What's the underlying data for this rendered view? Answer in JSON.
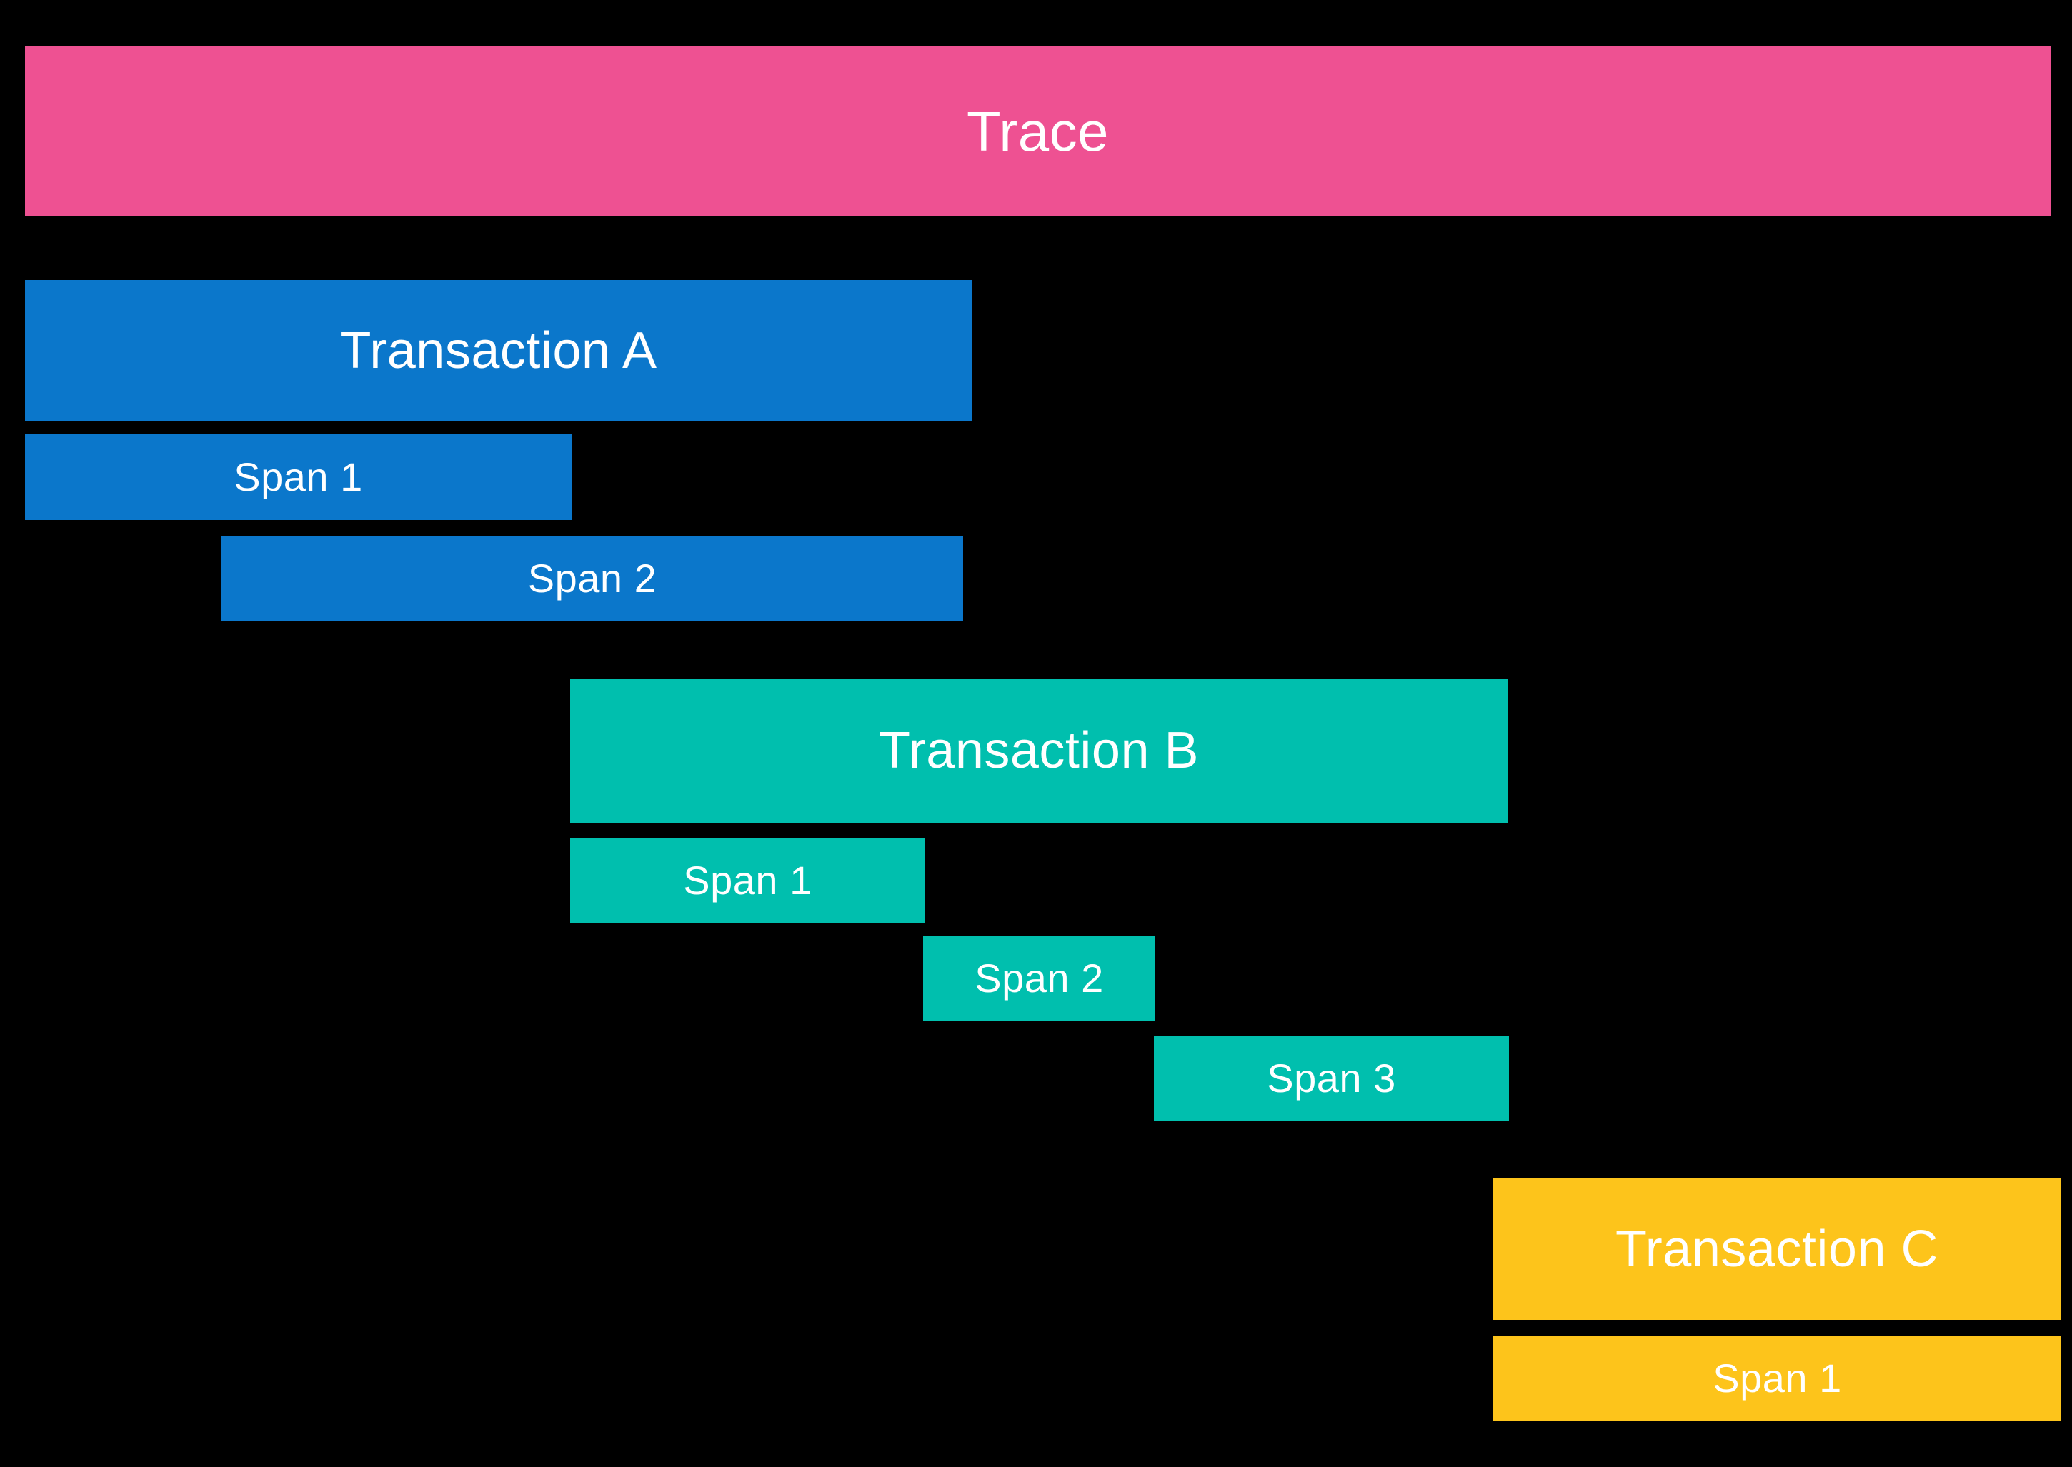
{
  "diagram": {
    "title_bar": {
      "label": "Trace",
      "color": "#ee5192"
    },
    "background_color": "#000000",
    "text_color": "#ffffff",
    "transactions": [
      {
        "id": "a",
        "label": "Transaction A",
        "color": "#0b77cb",
        "spans": [
          {
            "id": "a-1",
            "label": "Span 1"
          },
          {
            "id": "a-2",
            "label": "Span 2"
          }
        ]
      },
      {
        "id": "b",
        "label": "Transaction B",
        "color": "#00bfae",
        "spans": [
          {
            "id": "b-1",
            "label": "Span 1"
          },
          {
            "id": "b-2",
            "label": "Span 2"
          },
          {
            "id": "b-3",
            "label": "Span 3"
          }
        ]
      },
      {
        "id": "c",
        "label": "Transaction C",
        "color": "#fdc41b",
        "spans": [
          {
            "id": "c-1",
            "label": "Span 1"
          }
        ]
      }
    ]
  },
  "chart_data": {
    "type": "bar",
    "title": "Trace",
    "xlabel": "",
    "ylabel": "",
    "orientation": "horizontal-timeline",
    "grid": false,
    "legend": "none",
    "xlim": [
      0,
      2900
    ],
    "categories": [
      "Trace",
      "Transaction A",
      "Transaction A / Span 1",
      "Transaction A / Span 2",
      "Transaction B",
      "Transaction B / Span 1",
      "Transaction B / Span 2",
      "Transaction B / Span 3",
      "Transaction C",
      "Transaction C / Span 1"
    ],
    "series": [
      {
        "name": "start",
        "values": [
          35,
          35,
          35,
          310,
          798,
          798,
          1292,
          1615,
          2090,
          2090
        ]
      },
      {
        "name": "width",
        "values": [
          2835,
          1325,
          765,
          1038,
          1312,
          497,
          325,
          497,
          794,
          795
        ]
      },
      {
        "name": "end",
        "values": [
          2870,
          1360,
          800,
          1348,
          2110,
          1295,
          1617,
          2112,
          2884,
          2885
        ]
      }
    ],
    "colors": [
      "#ee5192",
      "#0b77cb",
      "#0b77cb",
      "#0b77cb",
      "#00bfae",
      "#00bfae",
      "#00bfae",
      "#00bfae",
      "#fdc41b",
      "#fdc41b"
    ]
  }
}
